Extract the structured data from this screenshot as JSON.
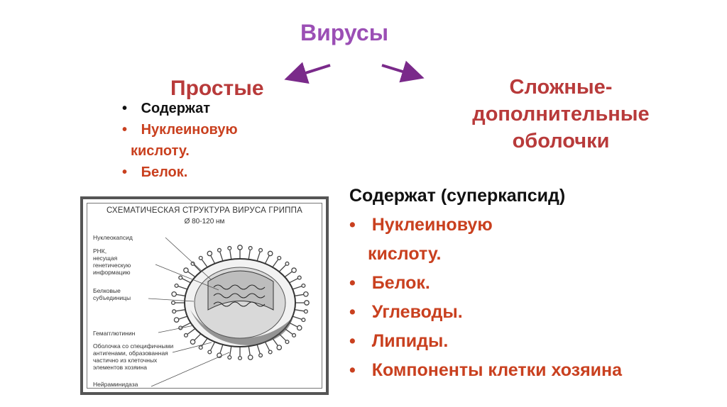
{
  "slide": {
    "title": "Вирусы",
    "simple": {
      "heading": "Простые",
      "items": [
        {
          "bullet": "•",
          "text": "Содержат",
          "color": "#111111"
        },
        {
          "bullet": "•",
          "text": "Нуклеиновую",
          "color": "#c9401f"
        },
        {
          "bullet": "",
          "text": "кислоту.",
          "color": "#c9401f"
        },
        {
          "bullet": "•",
          "text": "Белок.",
          "color": "#c9401f"
        }
      ]
    },
    "complex": {
      "heading_lines": [
        "Сложные-",
        "дополнительные",
        "оболочки"
      ],
      "contains": "Содержат (суперкапсид)",
      "items": [
        {
          "bullet": "•",
          "text": "Нуклеиновую"
        },
        {
          "bullet": "",
          "text": "кислоту."
        },
        {
          "bullet": "•",
          "text": "Белок."
        },
        {
          "bullet": "•",
          "text": "Углеводы."
        },
        {
          "bullet": "•",
          "text": "Липиды."
        },
        {
          "bullet": "•",
          "text": "Компоненты клетки хозяина"
        }
      ]
    },
    "figure": {
      "title": "СХЕМАТИЧЕСКАЯ СТРУКТУРА ВИРУСА ГРИППА",
      "size": "Ø 80-120 нм",
      "labels": [
        "Нуклеокапсид",
        "РНК,\nнесущая\nгенетическую\nинформацию",
        "Белковые\nсубъединицы",
        "Гемагглютинин",
        "Оболочка со специфичными\nантигенами, образованная\nчастично из клеточных\nэлементов хозяина",
        "Нейраминидаза"
      ]
    },
    "colors": {
      "title": "#9b4fb5",
      "heading": "#b83a3a",
      "arrow": "#7a2a8a",
      "bullet_text": "#c9401f"
    }
  }
}
